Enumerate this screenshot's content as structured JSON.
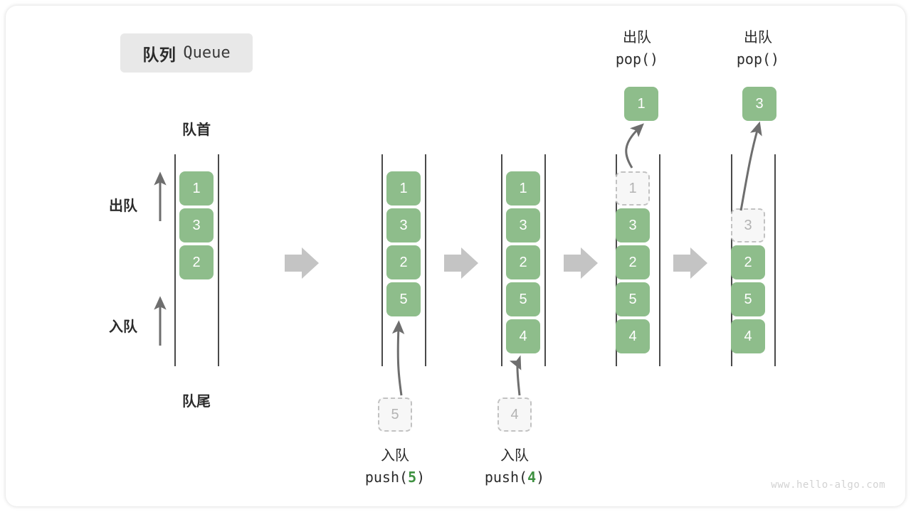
{
  "title": {
    "cn": "队列",
    "en": "Queue"
  },
  "labels": {
    "head": "队首",
    "tail": "队尾",
    "dequeue": "出队",
    "enqueue": "入队"
  },
  "watermark": "www.hello-algo.com",
  "colors": {
    "cell_fill": "#8ebd8b",
    "cell_text": "#ffffff",
    "ghost_fill": "#f7f7f7",
    "ghost_border": "#c2c2c2",
    "ghost_text": "#b3b3b3",
    "rail": "#4a4a4a",
    "arrow": "#6e6e6e",
    "step_arrow": "#c4c4c4",
    "accent_number": "#3f9141",
    "title_chip_bg": "#e8e8e8",
    "text": "#2b2b2b"
  },
  "columns": [
    {
      "name": "initial-queue",
      "cells": [
        "1",
        "3",
        "2"
      ],
      "ghost_index": null
    },
    {
      "name": "after-push-5",
      "cells": [
        "1",
        "3",
        "2",
        "5"
      ],
      "ghost_index": null
    },
    {
      "name": "after-push-4",
      "cells": [
        "1",
        "3",
        "2",
        "5",
        "4"
      ],
      "ghost_index": null
    },
    {
      "name": "pop-1",
      "cells": [
        "1",
        "3",
        "2",
        "5",
        "4"
      ],
      "ghost_index": 0
    },
    {
      "name": "pop-3",
      "cells": [
        "",
        "3",
        "2",
        "5",
        "4"
      ],
      "ghost_index": 1
    }
  ],
  "operations": {
    "push_5": {
      "cn": "入队",
      "code_prefix": "push(",
      "code_value": "5",
      "code_suffix": ")",
      "ghost_value": "5"
    },
    "push_4": {
      "cn": "入队",
      "code_prefix": "push(",
      "code_value": "4",
      "code_suffix": ")",
      "ghost_value": "4"
    },
    "pop_1": {
      "cn": "出队",
      "code": "pop()",
      "popped_value": "1"
    },
    "pop_3": {
      "cn": "出队",
      "code": "pop()",
      "popped_value": "3"
    }
  }
}
